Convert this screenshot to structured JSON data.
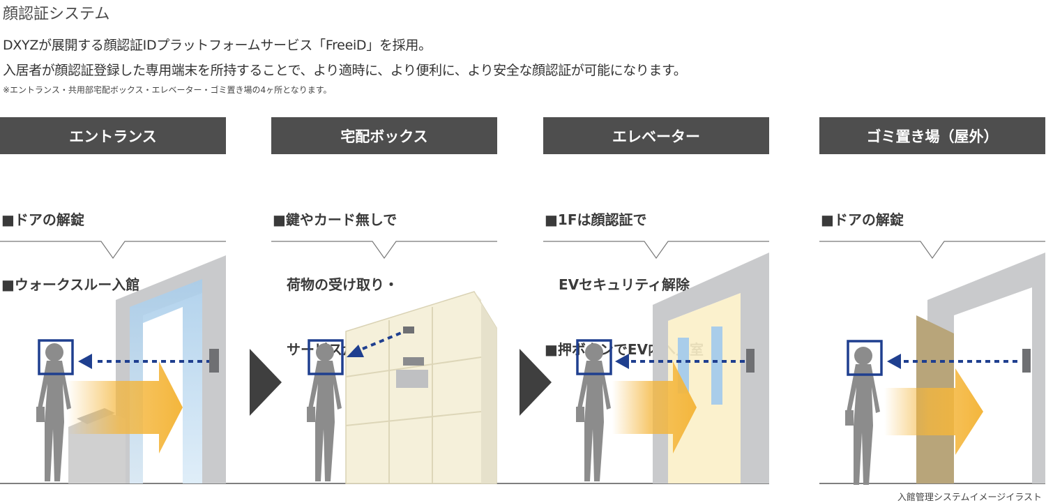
{
  "title": "顔認証システム",
  "intro": {
    "line1": "DXYZが展開する顔認証IDプラットフォームサービス「FreeiD」を採用。",
    "line2": "入居者が顔認証登録した専用端末を所持することで、より適時に、より便利に、より安全な顔認証が可能になります。",
    "note": "※エントランス・共用部宅配ボックス・エレベーター・ゴミ置き場の4ヶ所となります。"
  },
  "panels": [
    {
      "header": "エントランス",
      "lines": [
        "■ドアの解錠",
        "■ウォークスルー入館"
      ]
    },
    {
      "header": "宅配ボックス",
      "lines": [
        "■鍵やカード無しで",
        "　荷物の受け取り・",
        "　サービスが利用可"
      ]
    },
    {
      "header": "エレベーター",
      "lines": [
        "■1Fは顔認証で",
        "　EVセキュリティ解除",
        "■押ボタンでEV内へ入室"
      ]
    },
    {
      "header": "ゴミ置き場（屋外）",
      "lines": [
        "■ドアの解錠"
      ]
    }
  ],
  "caption": "入館管理システムイメージイラスト",
  "colors": {
    "header_bg": "#4e4e4e",
    "frame_blue": "#1f3f8f",
    "arrow_orange": "#f4b63c",
    "wall_gray": "#c9cacc",
    "glass_blue": "#a9cdea",
    "locker_cream": "#f5f0da",
    "elevator_cream": "#fbefc8",
    "door_khaki": "#b8a57a"
  }
}
